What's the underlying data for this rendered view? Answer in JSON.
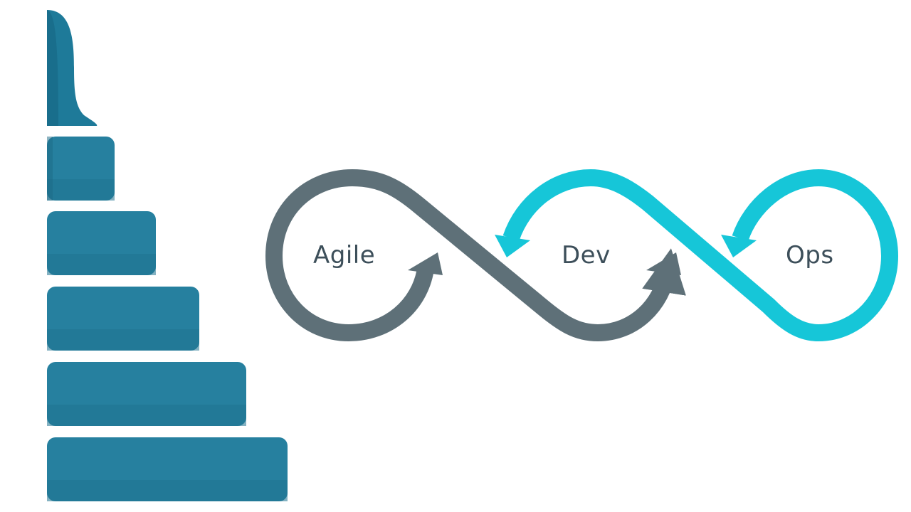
{
  "labels": {
    "agile": "Agile",
    "dev": "Dev",
    "ops": "Ops"
  },
  "colors": {
    "staircase": "#26809f",
    "staircase_shadow": "#1d6883",
    "agile_dev_loop": "#5e7078",
    "dev_ops_loop": "#16c6d8",
    "label_text": "#3d4f5a"
  },
  "icons": {
    "staircase": "waterfall-staircase-icon",
    "loop": "infinity-loop-icon"
  }
}
